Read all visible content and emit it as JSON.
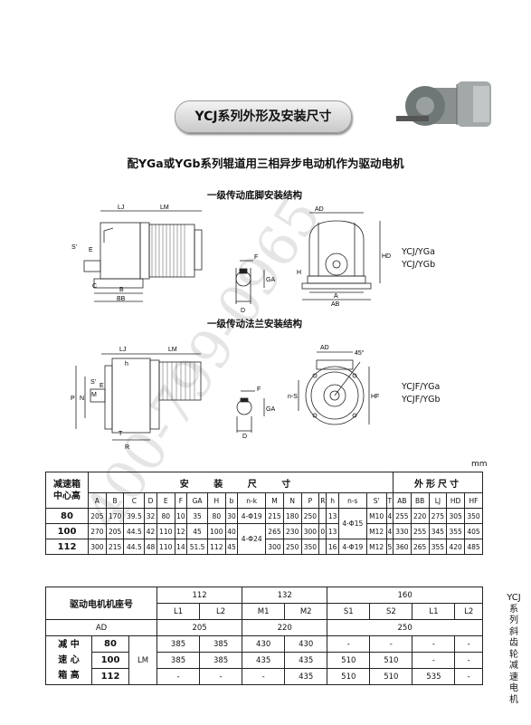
{
  "header": {
    "title": "YCJ系列外形及安装尺寸",
    "subtitle": "配YGa或YGb系列辊道用三相异步电动机作为驱动电机"
  },
  "sections": {
    "foot": "一级传动底脚安装结构",
    "flange": "一级传动法兰安装结构"
  },
  "labels": {
    "foot_models": [
      "YCJ/YGa",
      "YCJ/YGb"
    ],
    "flange_models": [
      "YCJF/YGa",
      "YCJF/YGb"
    ],
    "unit": "mm",
    "side_caption": "YCJ系列斜齿轮减速电机",
    "watermark": "400-799-0965"
  },
  "drawing_labels": {
    "foot_side": [
      "LJ",
      "LM",
      "S'",
      "E",
      "C",
      "B",
      "BB"
    ],
    "shaft": [
      "F",
      "GA",
      "D"
    ],
    "foot_end": [
      "AD",
      "HD",
      "H",
      "A",
      "AB"
    ],
    "flange_side": [
      "LJ",
      "LM",
      "h",
      "S'",
      "E",
      "P",
      "N",
      "M",
      "T",
      "R"
    ],
    "flange_shaft": [
      "F",
      "GA",
      "D"
    ],
    "flange_end": [
      "AD",
      "45°",
      "HF",
      "n-S"
    ]
  },
  "table1": {
    "row_header": [
      "减速箱",
      "中心高"
    ],
    "group_install": "安 装 尺 寸",
    "group_outline": "外形尺寸",
    "columns": [
      "A",
      "B",
      "C",
      "D",
      "E",
      "F",
      "GA",
      "H",
      "b",
      "n-k",
      "M",
      "N",
      "P",
      "R",
      "h",
      "n-s",
      "S'",
      "T",
      "AB",
      "BB",
      "LJ",
      "HD",
      "HF"
    ],
    "rows": [
      {
        "c": "80",
        "v": [
          "205",
          "170",
          "39.5",
          "32",
          "80",
          "10",
          "35",
          "80",
          "30",
          "4-Φ19",
          "215",
          "180",
          "250",
          "",
          "13",
          "",
          "M10",
          "4",
          "255",
          "220",
          "275",
          "305",
          "350"
        ]
      },
      {
        "c": "100",
        "v": [
          "270",
          "205",
          "44.5",
          "42",
          "110",
          "12",
          "45",
          "100",
          "40",
          "",
          "265",
          "230",
          "300",
          "0",
          "13",
          "",
          "M12",
          "4",
          "330",
          "255",
          "345",
          "355",
          "405"
        ]
      },
      {
        "c": "112",
        "v": [
          "300",
          "215",
          "44.5",
          "48",
          "110",
          "14",
          "51.5",
          "112",
          "45",
          "",
          "300",
          "250",
          "350",
          "",
          "16",
          "4-Φ19",
          "M12",
          "5",
          "360",
          "265",
          "355",
          "420",
          "485"
        ]
      }
    ],
    "merged_nk": "4-Φ24",
    "merged_ns": "4-Φ15"
  },
  "table2": {
    "header_label": "驱动电机机座号",
    "frames": [
      "112",
      "132",
      "160"
    ],
    "subcols": [
      "L1",
      "L2",
      "M1",
      "M2",
      "S1",
      "S2",
      "L1",
      "L2"
    ],
    "ad_label": "AD",
    "ad_values": [
      "205",
      "220",
      "250"
    ],
    "row_header": [
      "减 中",
      "速 心",
      "箱 高"
    ],
    "lm_label": "LM",
    "rows": [
      {
        "c": "80",
        "v": [
          "385",
          "385",
          "430",
          "430",
          "-",
          "-",
          "-",
          "-"
        ]
      },
      {
        "c": "100",
        "v": [
          "385",
          "385",
          "435",
          "435",
          "510",
          "510",
          "-",
          "-"
        ]
      },
      {
        "c": "112",
        "v": [
          "-",
          "-",
          "-",
          "435",
          "510",
          "510",
          "535",
          "-"
        ]
      }
    ]
  }
}
